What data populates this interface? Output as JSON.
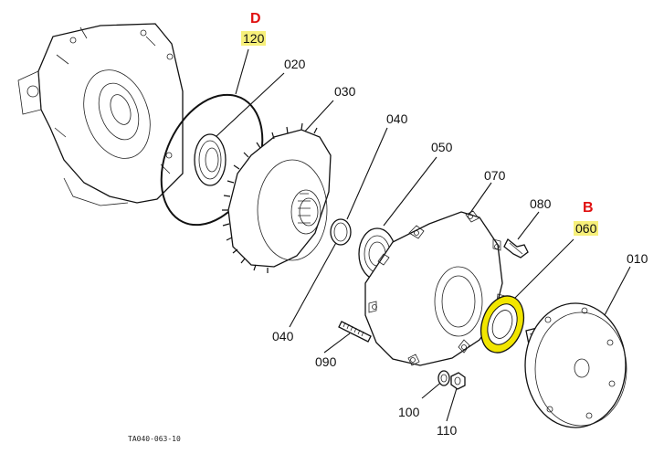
{
  "labels": {
    "p120": "120",
    "p020": "020",
    "p030": "030",
    "p040a": "040",
    "p050": "050",
    "p070": "070",
    "p080": "080",
    "p060": "060",
    "p010": "010",
    "p040b": "040",
    "p090": "090",
    "p100": "100",
    "p110": "110"
  },
  "markers": {
    "d": "D",
    "b": "B"
  },
  "drawing_ref": "TA040-063-10",
  "colors": {
    "highlight": "#f7f07a",
    "marker": "#e01010",
    "seal_ring": "#f2e600"
  }
}
